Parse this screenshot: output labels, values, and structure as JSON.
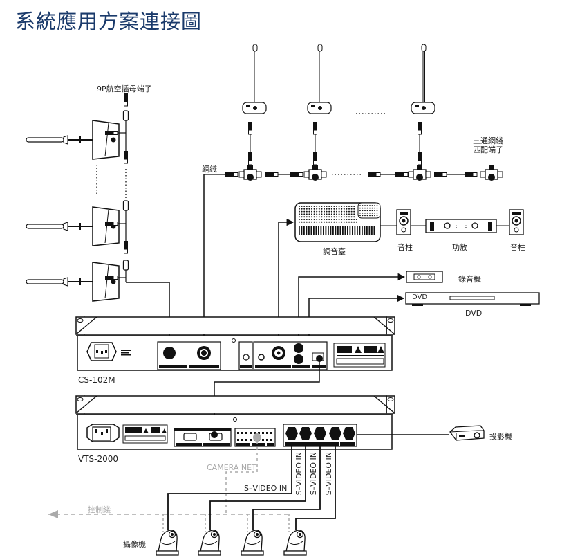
{
  "title": "系統應用方案連接圖",
  "labels": {
    "aviation_connector": "9P航空插母端子",
    "network_cable": "網綫",
    "tee_terminator_line1": "三通網綫",
    "tee_terminator_line2": "匹配端子",
    "mixer": "調音臺",
    "speaker_left": "音柱",
    "amplifier": "功放",
    "speaker_right": "音柱",
    "recorder": "錄音機",
    "dvd_panel_text": "DVD",
    "dvd": "DVD",
    "projector": "投影機",
    "camera": "攝像機",
    "control_line": "控制綫",
    "camera_net": "CAMERA NET",
    "svideo_horizontal": "S–VIDEO IN",
    "svideo_vertical": [
      "S–VIDEO IN",
      "S–VIDEO IN",
      "S–VIDEO IN"
    ],
    "ellipsis": "··········"
  },
  "devices": {
    "host": {
      "model": "CS-102M"
    },
    "video": {
      "model": "VTS-2000"
    }
  },
  "colors": {
    "title": "#1a3a6b",
    "line": "#111111",
    "dashed": "#aaaaaa"
  }
}
